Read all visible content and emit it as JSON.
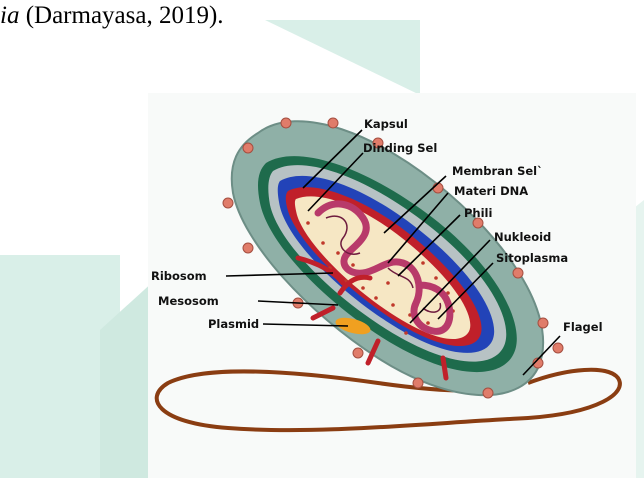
{
  "caption": {
    "italic_part": "ia",
    "rest": " (Darmayasa, 2019)."
  },
  "diagram": {
    "labels": {
      "kapsul": "Kapsul",
      "dinding_sel": "Dinding Sel",
      "membran_sel": "Membran Sel`",
      "materi_dna": "Materi DNA",
      "phili": "Phili",
      "nukleoid": "Nukleoid",
      "sitoplasma": "Sitoplasma",
      "ribosom": "Ribosom",
      "mesosom": "Mesosom",
      "plasmid": "Plasmid",
      "flagel": "Flagel"
    }
  },
  "colors": {
    "watermark": "#d9efe8",
    "capsule": "#8fb0a7",
    "cell_wall_green": "#1e6b4c",
    "blue_layer": "#2243b8",
    "membrane_red": "#c0202a",
    "cytoplasm": "#f6e7c4",
    "flagel": "#8a3d12",
    "nucleoid": "#b83a6a",
    "plasmid": "#f0a020",
    "pili": "#e07c6a"
  }
}
